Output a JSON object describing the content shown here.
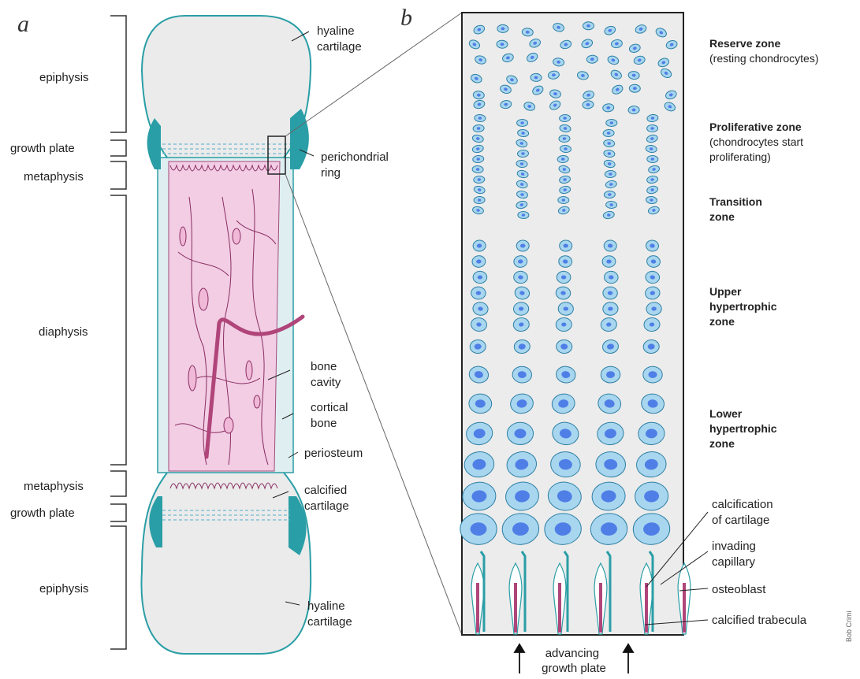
{
  "colors": {
    "teal": "#2a9ea6",
    "cartilage": "#ebebeb",
    "bone_pink": "#f2cde4",
    "vessel": "#b0457a",
    "cell_fill": "#a8d6ef",
    "cell_nucleus": "#4f7fe6",
    "panel_b_bg": "#ececec"
  },
  "panel_a": {
    "letter": "a",
    "left_labels": {
      "epiphysis_top": "epiphysis",
      "growth_plate_top": "growth plate",
      "metaphysis_top": "metaphysis",
      "diaphysis": "diaphysis",
      "metaphysis_bottom": "metaphysis",
      "growth_plate_bottom": "growth plate",
      "epiphysis_bottom": "epiphysis"
    },
    "right_labels": {
      "hyaline_top": [
        "hyaline",
        "cartilage"
      ],
      "perichondrial": [
        "perichondrial",
        "ring"
      ],
      "bone_cavity": [
        "bone",
        "cavity"
      ],
      "cortical_bone": [
        "cortical",
        "bone"
      ],
      "periosteum": [
        "periosteum"
      ],
      "calcified_cartilage": [
        "calcified",
        "cartilage"
      ],
      "hyaline_bottom": [
        "hyaline",
        "cartilage"
      ]
    }
  },
  "panel_b": {
    "letter": "b",
    "zones": {
      "reserve": {
        "title": "Reserve zone",
        "sub": [
          "(resting chondrocytes)"
        ]
      },
      "proliferative": {
        "title": "Proliferative zone",
        "sub": [
          "(chondrocytes start",
          "proliferating)"
        ]
      },
      "transition": {
        "title": [
          "Transition",
          "zone"
        ]
      },
      "upper": {
        "title": [
          "Upper",
          "hypertrophic",
          "zone"
        ]
      },
      "lower": {
        "title": [
          "Lower",
          "hypertrophic",
          "zone"
        ]
      }
    },
    "callouts": {
      "calcification": [
        "calcification",
        "of cartilage"
      ],
      "capillary": [
        "invading",
        "capillary"
      ],
      "osteoblast": [
        "osteoblast"
      ],
      "trabecula": [
        "calcified trabecula"
      ]
    },
    "bottom_caption": [
      "advancing",
      "growth plate"
    ]
  },
  "credit": "Bob Crimi"
}
